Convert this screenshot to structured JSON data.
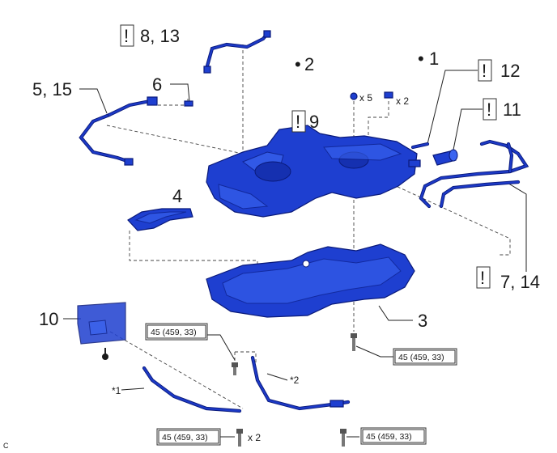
{
  "callouts": {
    "c1": "1",
    "c2": "2",
    "c3": "3",
    "c4": "4",
    "c5_15": "5, 15",
    "c6": "6",
    "c7_14": "7, 14",
    "c8_13": "8, 13",
    "c9": "9",
    "c10": "10",
    "c11": "11",
    "c12": "12"
  },
  "bullet": "•",
  "warn_mark": "!",
  "qty": {
    "x5": "x 5",
    "x2_top": "x 2",
    "x2_bottom": "x 2"
  },
  "torque": {
    "t1": "45 (459, 33)",
    "t2": "45 (459, 33)",
    "t3": "45 (459, 33)",
    "t4": "45 (459, 33)"
  },
  "stars": {
    "s1": "*1",
    "s2": "*2"
  },
  "corner_code": "C",
  "colors": {
    "part": "#1e3fd0",
    "outline": "#0a1a7a"
  }
}
